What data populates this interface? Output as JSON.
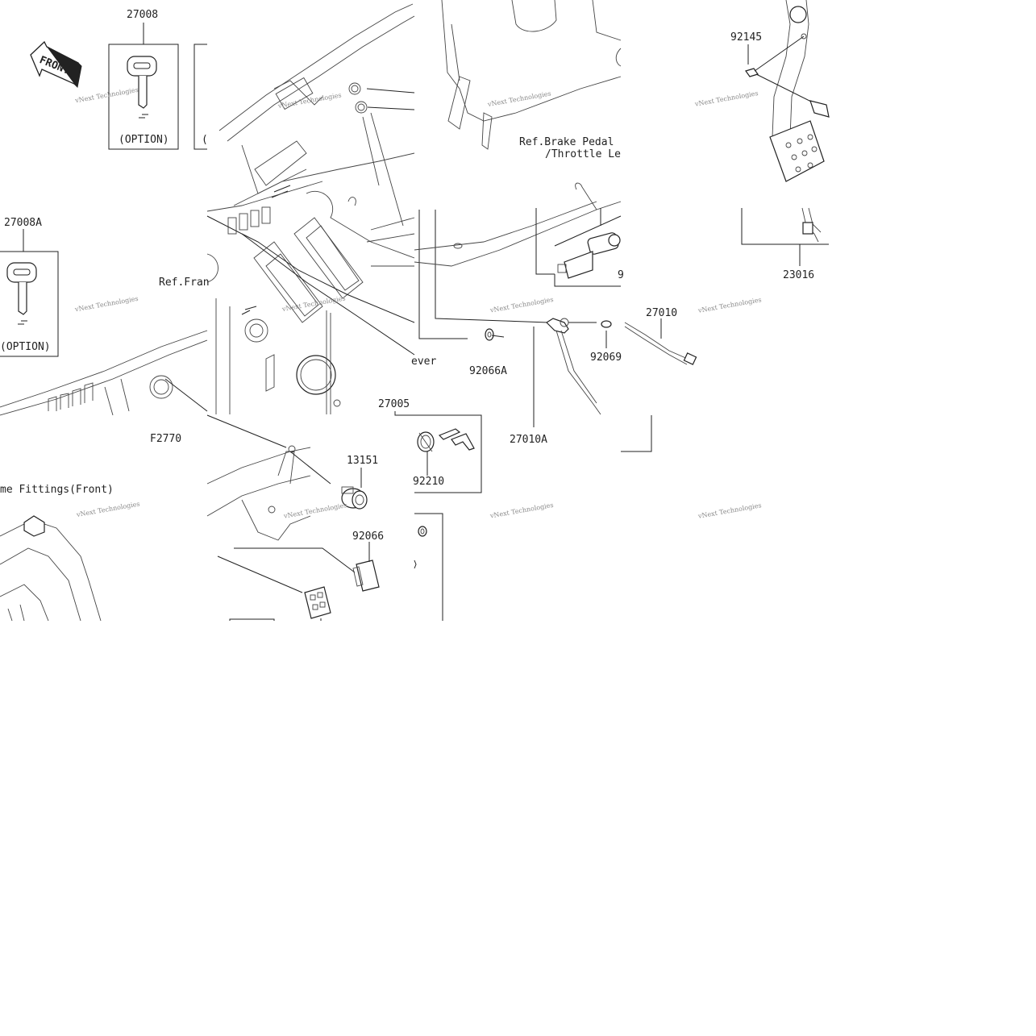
{
  "diagram": {
    "front_arrow": "FRONT",
    "watermark": "vNext Technologies",
    "part_labels": [
      {
        "id": "p27008",
        "text": "27008"
      },
      {
        "id": "p27008a",
        "text": "27008A"
      },
      {
        "id": "p92145",
        "text": "92145"
      },
      {
        "id": "p23016",
        "text": "23016"
      },
      {
        "id": "p27010",
        "text": "27010"
      },
      {
        "id": "p27010a",
        "text": "27010A"
      },
      {
        "id": "p92069",
        "text": "92069"
      },
      {
        "id": "p92066a",
        "text": "92066A"
      },
      {
        "id": "p27005",
        "text": "27005"
      },
      {
        "id": "p13151",
        "text": "13151"
      },
      {
        "id": "p92066",
        "text": "92066"
      },
      {
        "id": "p92210",
        "text": "92210"
      },
      {
        "id": "p92frag",
        "text": "9"
      },
      {
        "id": "pf2770",
        "text": "F2770"
      }
    ],
    "notes": {
      "option1": "(OPTION)",
      "option2": "(OPTION)",
      "ref_brake_1": "Ref.Brake Pedal",
      "ref_brake_2": "/Throttle Le",
      "ref_frame": "Ref.Fran",
      "frame_fittings": "me Fittings(Front)",
      "lever_frag": "ever",
      "option_frag": "("
    }
  }
}
